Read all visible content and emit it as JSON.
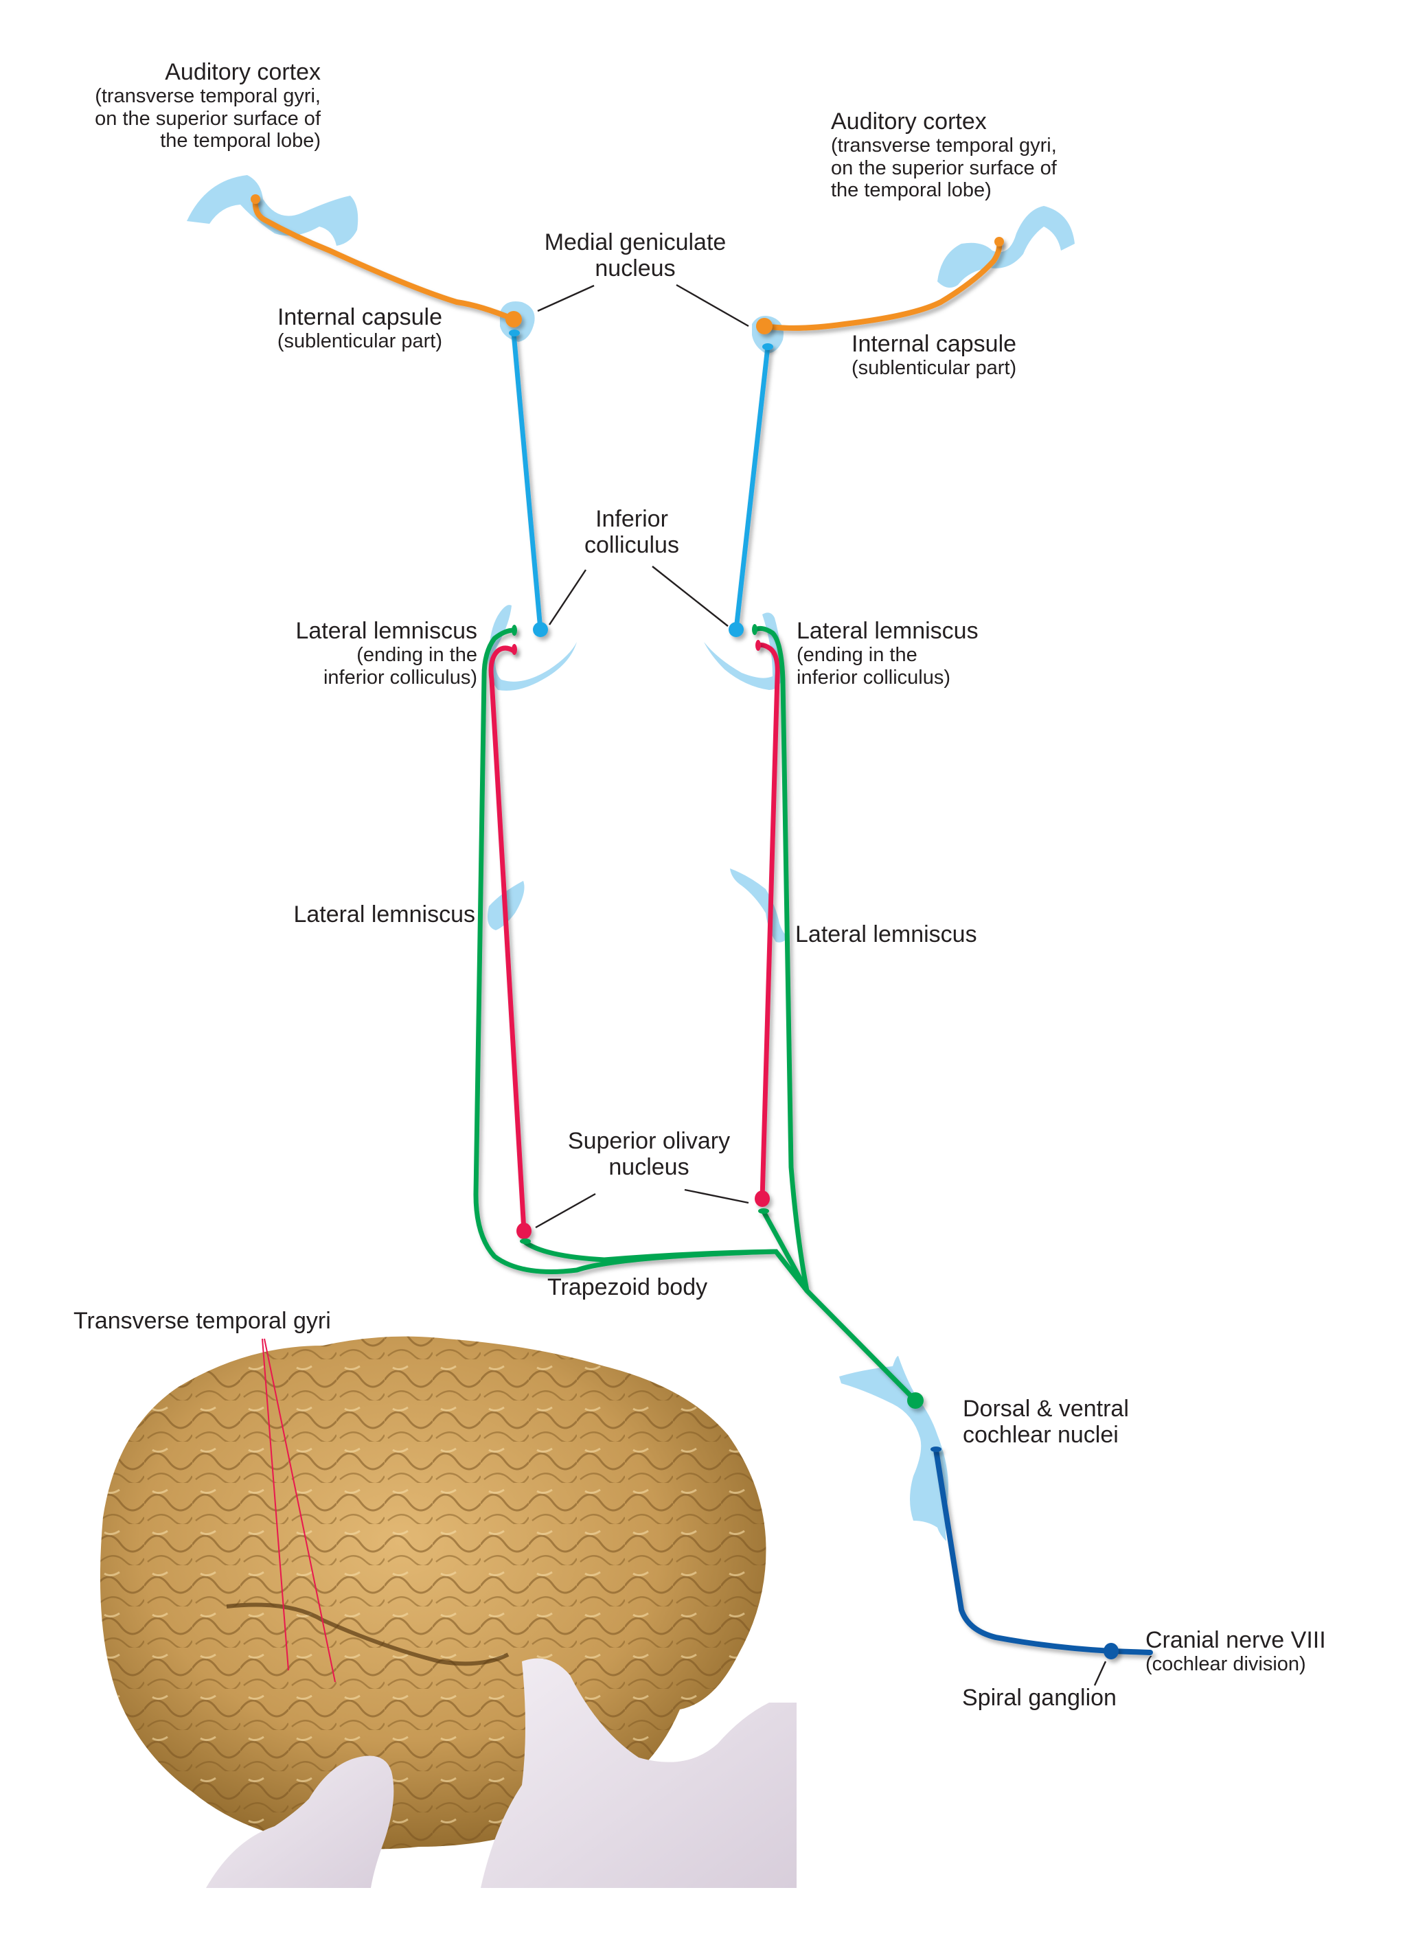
{
  "figure": {
    "colors": {
      "orange_pathway": "#f39021",
      "light_blue_pathway": "#1ba8e6",
      "green_pathway": "#00a651",
      "red_pathway": "#e8174f",
      "dark_blue_pathway": "#0f5aa8",
      "nucleus_region": "#a9dbf4",
      "leader_line": "#231f20",
      "photo_pointer": "#e8174f"
    },
    "labels": {
      "auditory_cortex_left": {
        "title": "Auditory cortex",
        "lines": [
          "(transverse temporal gyri,",
          "on the superior surface of",
          "the temporal lobe)"
        ]
      },
      "auditory_cortex_right": {
        "title": "Auditory cortex",
        "lines": [
          "(transverse temporal gyri,",
          "on the superior surface of",
          "the temporal lobe)"
        ]
      },
      "medial_geniculate": {
        "lines": [
          "Medial geniculate",
          "nucleus"
        ]
      },
      "internal_capsule_left": {
        "title": "Internal capsule",
        "sub": "(sublenticular part)"
      },
      "internal_capsule_right": {
        "title": "Internal capsule",
        "sub": "(sublenticular part)"
      },
      "inferior_colliculus": {
        "lines": [
          "Inferior",
          "colliculus"
        ]
      },
      "lateral_lemniscus_ending_left": {
        "title": "Lateral lemniscus",
        "lines": [
          "(ending in the",
          "inferior colliculus)"
        ]
      },
      "lateral_lemniscus_ending_right": {
        "title": "Lateral lemniscus",
        "lines": [
          "(ending in the",
          "inferior colliculus)"
        ]
      },
      "lateral_lemniscus_left": "Lateral lemniscus",
      "lateral_lemniscus_right": "Lateral lemniscus",
      "superior_olivary": {
        "lines": [
          "Superior olivary",
          "nucleus"
        ]
      },
      "trapezoid_body": "Trapezoid body",
      "cochlear_nuclei": {
        "lines": [
          "Dorsal & ventral",
          "cochlear nuclei"
        ]
      },
      "cranial_nerve": {
        "title": "Cranial nerve VIII",
        "sub": "(cochlear division)"
      },
      "spiral_ganglion": "Spiral ganglion",
      "transverse_temporal_gyri": "Transverse temporal gyri"
    },
    "photo": {
      "subject": "brain-lateral-view-photo",
      "colors": {
        "cortex": "#c79a55",
        "cortex_shadow": "#8a6428",
        "cortex_highlight": "#e9c68a",
        "glove": "#e6dfe8"
      }
    }
  }
}
